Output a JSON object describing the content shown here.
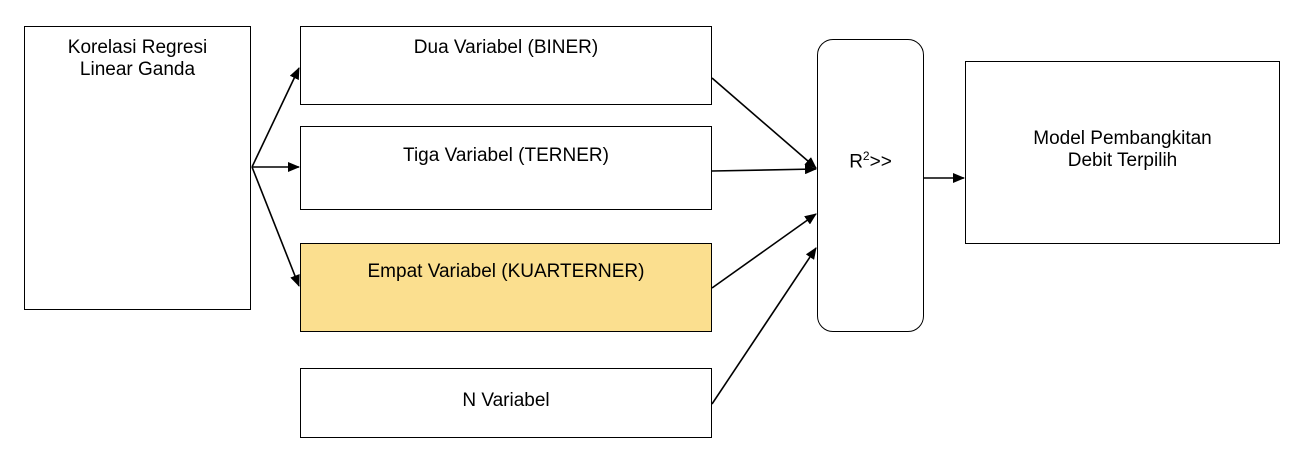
{
  "diagram": {
    "source": {
      "line1": "Korelasi Regresi",
      "line2": "Linear Ganda"
    },
    "options": [
      {
        "label": "Dua Variabel (BINER)"
      },
      {
        "label": "Tiga Variabel (TERNER)"
      },
      {
        "label": "Empat Variabel (KUARTERNER)"
      },
      {
        "label": "N Variabel"
      }
    ],
    "criterion": {
      "base": "R",
      "sup": "2",
      "suffix": ">>"
    },
    "result": {
      "line1": "Model Pembangkitan",
      "line2": "Debit Terpilih"
    },
    "colors": {
      "highlight": "#fbdf8f",
      "stroke": "#000000",
      "background": "#ffffff"
    }
  }
}
